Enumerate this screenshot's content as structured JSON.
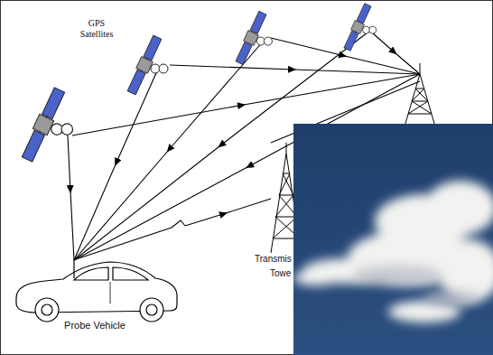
{
  "diagram": {
    "labels": [
      "GPS Satellites",
      "Probe Vehicle",
      "Transmis",
      "Towe"
    ]
  }
}
